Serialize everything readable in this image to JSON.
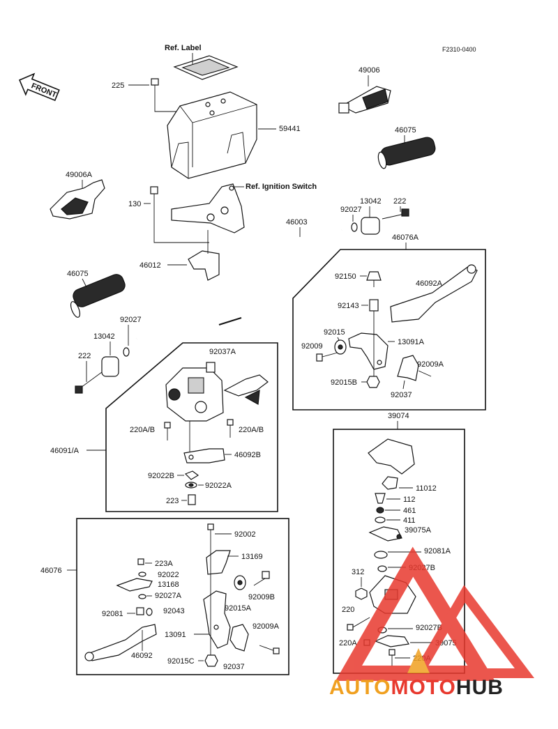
{
  "figure_code": "F2310-0400",
  "front_label": "FRONT",
  "watermark": {
    "part1": "AUTO",
    "part2": "MOTO",
    "part3": "HUB",
    "color_primary": "#e8392e",
    "color_secondary": "#f0a020",
    "color_text": "#222222"
  },
  "labels": {
    "ref_label": "Ref. Label",
    "p225": "225",
    "p59441": "59441",
    "p49006": "49006",
    "p46075_top": "46075",
    "p49006A": "49006A",
    "ref_ignition": "Ref. Ignition Switch",
    "p130": "130",
    "p92027_top": "92027",
    "p13042_top": "13042",
    "p222_top": "222",
    "p46003": "46003",
    "p46076A": "46076A",
    "p46012": "46012",
    "p46075_left": "46075",
    "p92150": "92150",
    "p46092A": "46092A",
    "p92143": "92143",
    "p92015": "92015",
    "p92009": "92009",
    "p13091A": "13091A",
    "p92009A_r": "92009A",
    "p92015B": "92015B",
    "p92037_r": "92037",
    "p92027_left": "92027",
    "p13042_left": "13042",
    "p222_left": "222",
    "p92037A": "92037A",
    "p220AB_l": "220A/B",
    "p220AB_r": "220A/B",
    "p46091A": "46091/A",
    "p46092B": "46092B",
    "p92022B": "92022B",
    "p92022A": "92022A",
    "p223": "223",
    "p39074": "39074",
    "p11012": "11012",
    "p112": "112",
    "p461": "461",
    "p411": "411",
    "p39075A": "39075A",
    "p92081A": "92081A",
    "p312": "312",
    "p92027B_1": "92027B",
    "p220": "220",
    "p92027B_2": "92027B",
    "p220A_l": "220A",
    "p39075": "39075",
    "p220A_b": "220A",
    "p46076": "46076",
    "p92002": "92002",
    "p223A": "223A",
    "p92022": "92022",
    "p13169": "13169",
    "p13168": "13168",
    "p92027A": "92027A",
    "p92009B": "92009B",
    "p92081": "92081",
    "p92043": "92043",
    "p92015A": "92015A",
    "p13091": "13091",
    "p92009A_b": "92009A",
    "p46092": "46092",
    "p92015C": "92015C",
    "p92037_b": "92037"
  }
}
